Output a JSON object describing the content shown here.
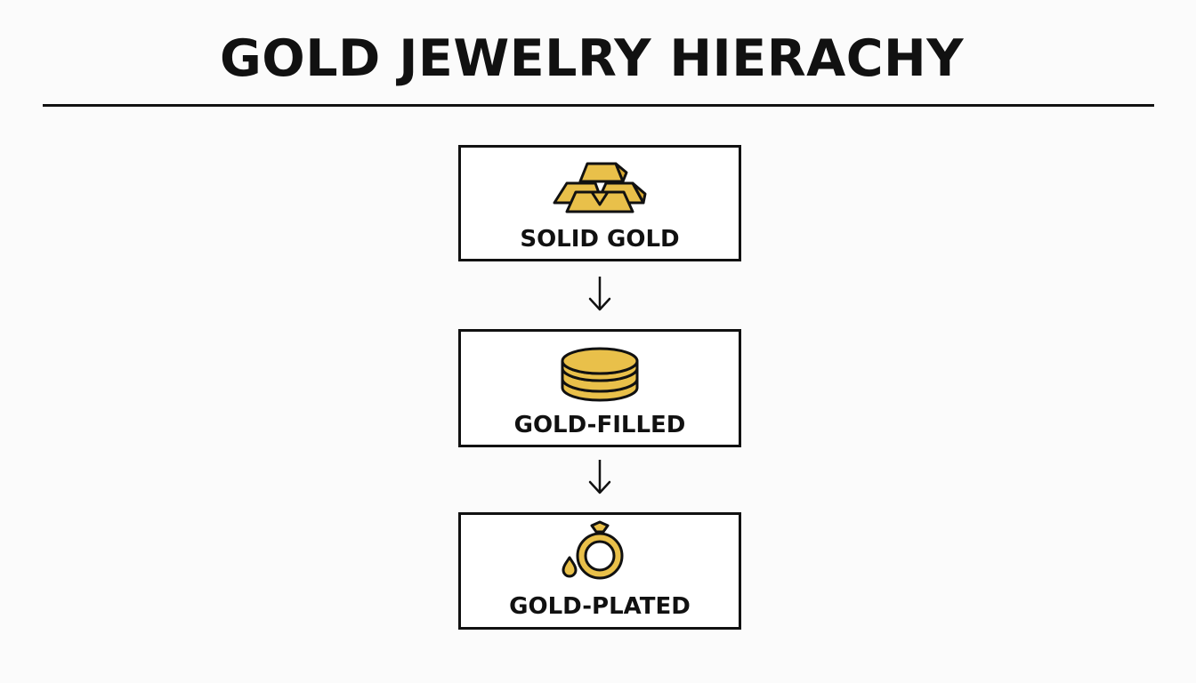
{
  "title": "GOLD JEWELRY HIERACHY",
  "colors": {
    "gold": "#E9C04A",
    "outline": "#111111",
    "background": "#FBFBFB"
  },
  "tiers": [
    {
      "label": "SOLID GOLD",
      "icon": "gold-bars-icon"
    },
    {
      "label": "GOLD-FILLED",
      "icon": "gold-coin-stack-icon"
    },
    {
      "label": "GOLD-PLATED",
      "icon": "gold-ring-with-drop-icon"
    }
  ]
}
